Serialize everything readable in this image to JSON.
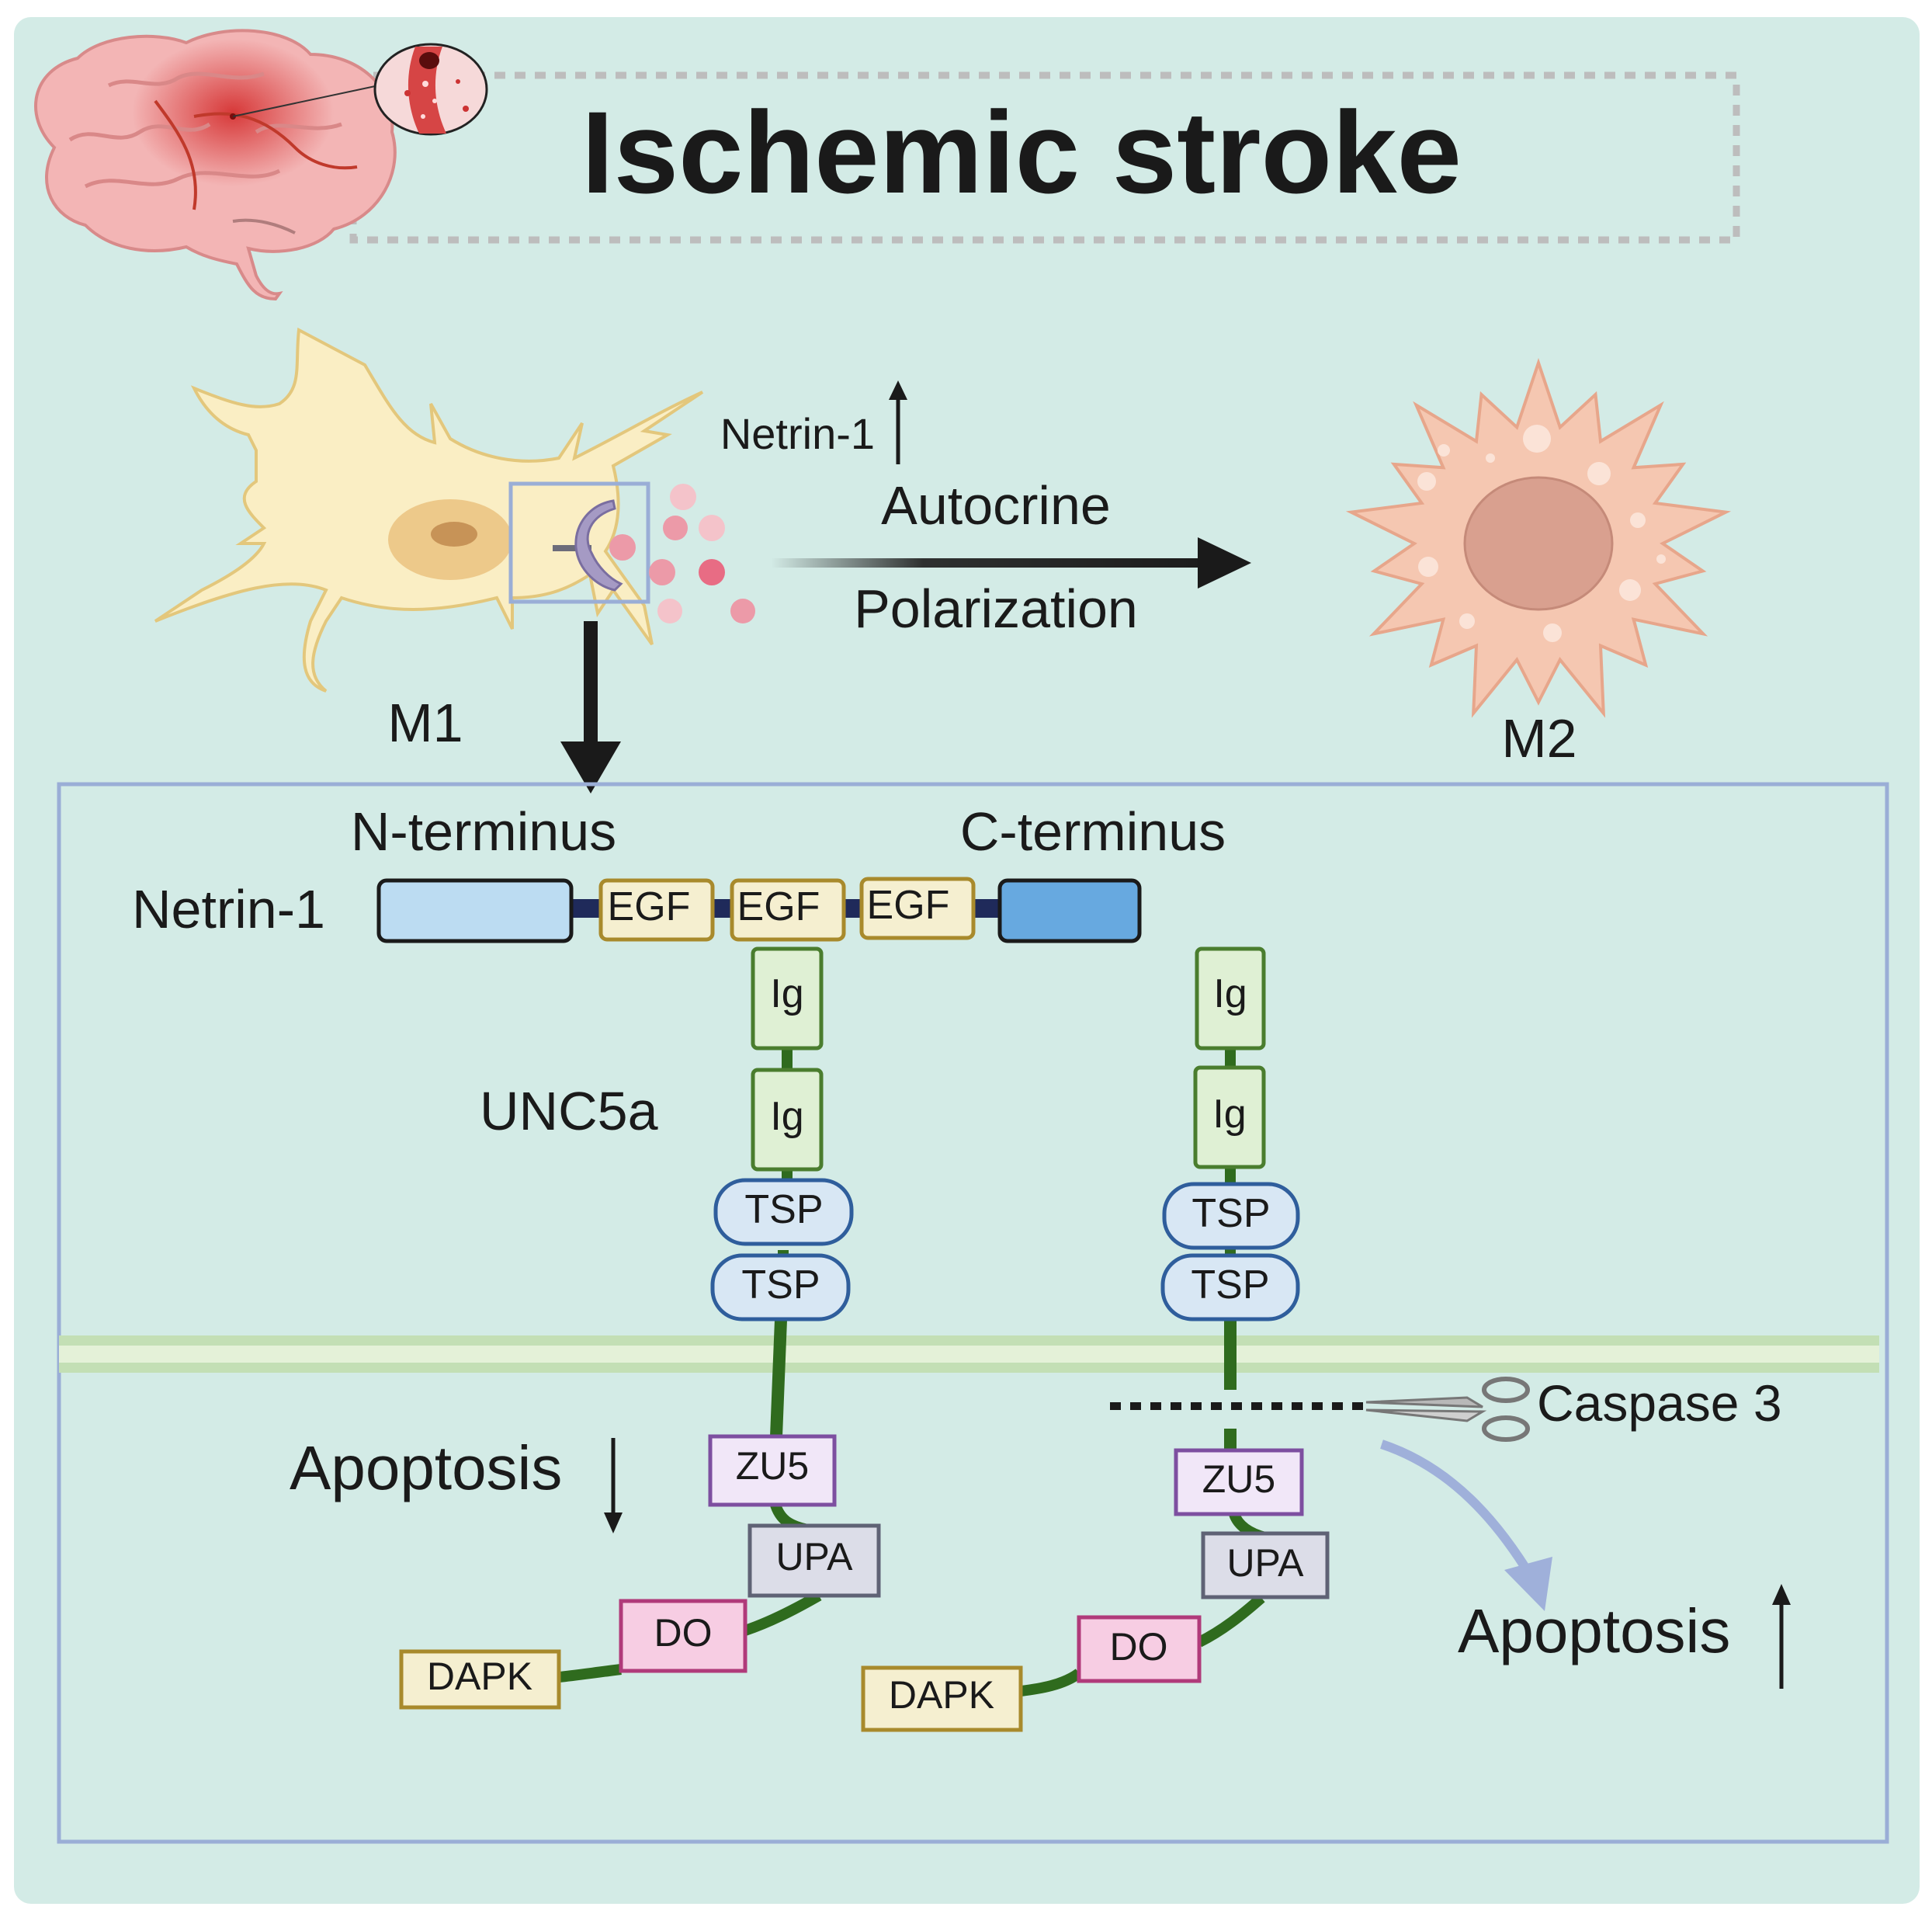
{
  "title": "Ischemic stroke",
  "cells": {
    "m1_label": "M1",
    "m2_label": "M2",
    "netrin_secreted": "Netrin-1",
    "process_top": "Autocrine",
    "process_bottom": "Polarization"
  },
  "netrin_protein": {
    "name": "Netrin-1",
    "n_terminus": "N-terminus",
    "c_terminus": "C-terminus",
    "domains": [
      "EGF",
      "EGF",
      "EGF"
    ]
  },
  "receptor": {
    "name": "UNC5a",
    "extracellular_domains": [
      "Ig",
      "Ig",
      "TSP",
      "TSP"
    ],
    "intracellular_domains": [
      "ZU5",
      "UPA",
      "DO",
      "DAPK"
    ]
  },
  "cleavage_enzyme": "Caspase 3",
  "outcomes": {
    "left": "Apoptosis",
    "right": "Apoptosis"
  },
  "colors": {
    "background": "#d3ebe6",
    "panel_border": "#9aaed6",
    "receptor_stalk": "#2f6b1e",
    "arrow_light": "#9fb0da"
  }
}
